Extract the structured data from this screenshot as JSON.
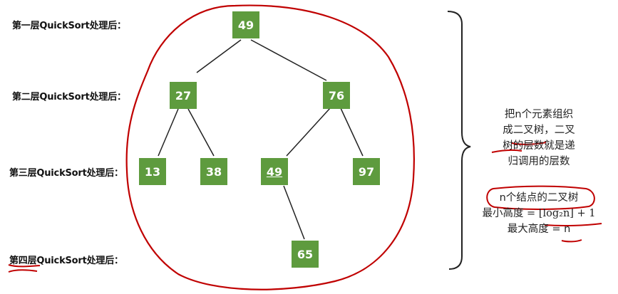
{
  "level_labels": [
    "第一层QuickSort处理后：",
    "第二层QuickSort处理后：",
    "第三层QuickSort处理后：",
    "第四层QuickSort处理后："
  ],
  "nodes": {
    "root": "49",
    "l2_left": "27",
    "l2_right": "76",
    "l3_a": "13",
    "l3_b": "38",
    "l3_c": "49",
    "l3_d": "97",
    "l4_a": "65"
  },
  "note": {
    "para1": [
      "把n个元素组织",
      "成二叉树，二叉",
      "树的层数就是递",
      "归调用的层数"
    ],
    "para2_title": "n个结点的二叉树",
    "min_height": "最小高度 = ⌊log₂n⌋ + 1",
    "max_height": "最大高度 = n"
  },
  "colors": {
    "node_fill": "#5e9b3e",
    "annotation_red": "#c00000"
  }
}
